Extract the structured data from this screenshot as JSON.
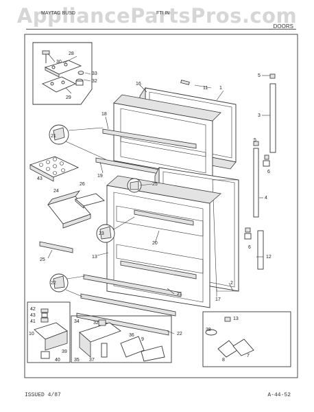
{
  "header": {
    "watermark": "AppliancePartsPros.com",
    "left_text": "MAYTAG  BUSD",
    "mid_text": "FTI IN",
    "right_text": "DOORS"
  },
  "footer": {
    "issued": "ISSUED 4/87",
    "code": "A-44-52"
  },
  "callouts": [
    "1",
    "2",
    "3",
    "4",
    "5",
    "5",
    "6",
    "6",
    "7",
    "8",
    "9",
    "11",
    "12",
    "13",
    "13",
    "16",
    "17",
    "18",
    "19",
    "20",
    "21",
    "22",
    "23",
    "23",
    "23",
    "24",
    "25",
    "26",
    "27",
    "28",
    "29",
    "30",
    "31",
    "32",
    "33",
    "34",
    "35",
    "36",
    "37",
    "38",
    "39",
    "40",
    "41",
    "42",
    "43"
  ]
}
